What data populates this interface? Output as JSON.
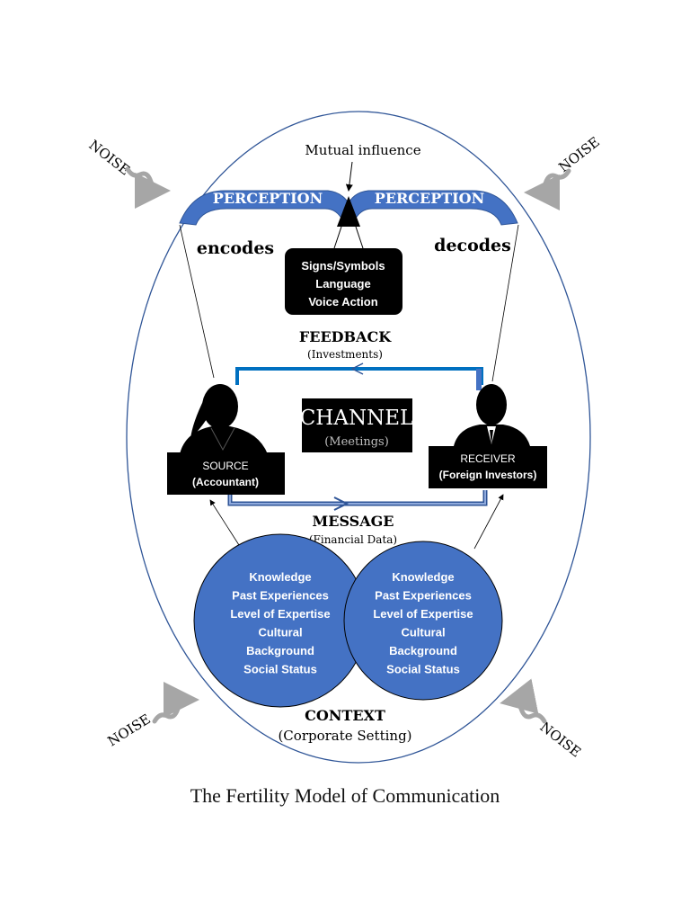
{
  "title": "The Fertility Model of Communication",
  "mutual_influence": "Mutual influence",
  "perception_left": "PERCEPTION",
  "perception_right": "PERCEPTION",
  "encodes": "encodes",
  "decodes": "decodes",
  "signs_box": {
    "line1": "Signs/Symbols",
    "line2": "Language",
    "line3": "Voice Action"
  },
  "feedback": {
    "label": "FEEDBACK",
    "sub": "(Investments)"
  },
  "channel": {
    "label": "CHANNEL",
    "sub": "(Meetings)"
  },
  "source": {
    "line1": "SOURCE",
    "line2": "(Accountant)"
  },
  "receiver": {
    "line1": "RECEIVER",
    "line2": "(Foreign Investors)"
  },
  "message": {
    "label": "MESSAGE",
    "sub": "(Financial Data)"
  },
  "circle_left": [
    "Knowledge",
    "Past Experiences",
    "Level of Expertise",
    "Cultural",
    "Background",
    "Social Status"
  ],
  "circle_right": [
    "Knowledge",
    "Past Experiences",
    "Level of Expertise",
    "Cultural",
    "Background",
    "Social Status"
  ],
  "context": {
    "label": "CONTEXT",
    "sub": "(Corporate Setting)"
  },
  "noise": "NOISE",
  "colors": {
    "blue": "#4472c4",
    "dark_blue": "#2f5597",
    "feedback_blue": "#0070c0",
    "black": "#000000",
    "noise_gray": "#a6a6a6"
  }
}
